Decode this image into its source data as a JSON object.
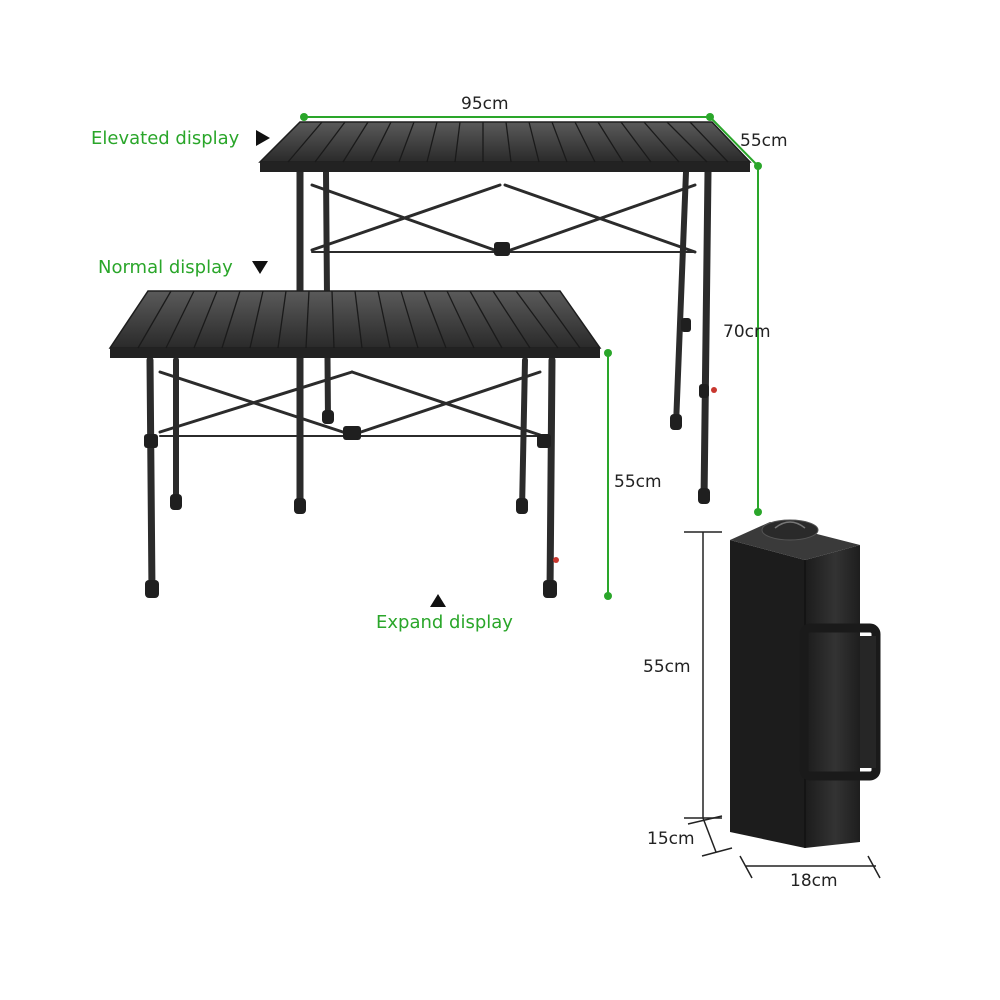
{
  "labels": {
    "elevated": "Elevated display",
    "normal": "Normal display",
    "expand": "Expand display"
  },
  "dimensions": {
    "table_width": "95cm",
    "table_depth": "55cm",
    "elevated_height": "70cm",
    "normal_height": "55cm",
    "bag_height": "55cm",
    "bag_depth": "15cm",
    "bag_width": "18cm"
  },
  "colors": {
    "accent": "#2aa62a",
    "product": "#2b2b2b",
    "dimension_line": "#222222"
  },
  "icons": {
    "elevated_marker": "triangle-right-icon",
    "normal_marker": "triangle-down-icon",
    "expand_marker": "triangle-up-icon"
  }
}
